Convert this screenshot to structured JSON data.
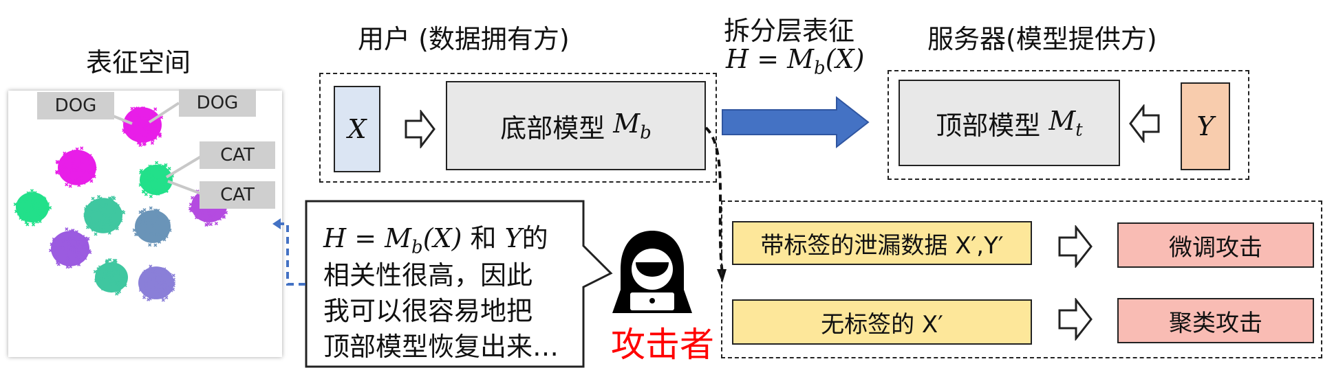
{
  "titles": {
    "feature_space": "表征空间",
    "user": "用户 (数据拥有方)",
    "split_rep_line1": "拆分层表征",
    "split_rep_formula": "H = M_b(X)",
    "server": "服务器(模型提供方)"
  },
  "user_box": {
    "input_label": "X",
    "bottom_model_text": "底部模型",
    "bottom_model_symbol": "M_b"
  },
  "server_box": {
    "top_model_text": "顶部模型",
    "top_model_symbol": "M_t",
    "label_symbol": "Y"
  },
  "speech": {
    "line1_formula": "H = M_b(X)",
    "line1_rest": "和 Y的",
    "line2": "相关性很高，因此",
    "line3": "我可以很容易地把",
    "line4": "顶部模型恢复出来…"
  },
  "attacker": {
    "label": "攻击者",
    "label_color": "#ff0000"
  },
  "attacks": {
    "row1_data": "带标签的泄漏数据 X′,Y′",
    "row1_attack": "微调攻击",
    "row2_data": "无标签的 X′",
    "row2_attack": "聚类攻击"
  },
  "tsne_labels": [
    "DOG",
    "DOG",
    "CAT",
    "CAT"
  ],
  "colors": {
    "arrow_blue": "#4472c4",
    "magenta": "#e81ee8",
    "green": "#22e08a",
    "teal": "#3fc7a0",
    "purple": "#9b5be0",
    "steel": "#6a94b8",
    "violet": "#8a7fd8",
    "pink_violet": "#b44be0"
  }
}
